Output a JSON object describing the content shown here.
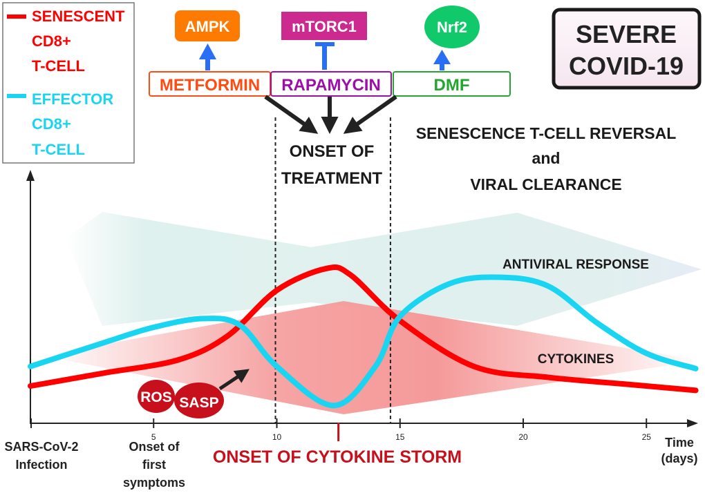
{
  "legend": {
    "items": [
      {
        "lines": [
          "SENESCENT",
          "CD8+",
          "T-CELL"
        ],
        "color": "#ff0000"
      },
      {
        "lines": [
          "EFFECTOR",
          "CD8+",
          "T-CELL"
        ],
        "color": "#19d5f2"
      }
    ]
  },
  "targets": {
    "ampk": {
      "label": "AMPK",
      "color": "#ff7a00",
      "relation": "activates"
    },
    "mtorc1": {
      "label": "mTORC1",
      "color": "#cc2a8f",
      "relation": "inhibits"
    },
    "nrf2": {
      "label": "Nrf2",
      "color": "#10c96a",
      "relation": "activates"
    }
  },
  "drugs": {
    "metformin": {
      "label": "METFORMIN",
      "color": "#ff4a12"
    },
    "rapamycin": {
      "label": "RAPAMYCIN",
      "color": "#9c0fa8"
    },
    "dmf": {
      "label": "DMF",
      "color": "#22a62e"
    }
  },
  "arrow_color": "#2a6ef5",
  "title_box": {
    "lines": [
      "SEVERE",
      "COVID-19"
    ]
  },
  "treatment_label": {
    "lines": [
      "ONSET OF",
      "TREATMENT"
    ]
  },
  "outcome_label": {
    "lines": [
      "SENESCENCE T-CELL REVERSAL",
      "and",
      "VIRAL CLEARANCE"
    ]
  },
  "band_labels": {
    "antiviral": "ANTIVIRAL RESPONSE",
    "cytokines": "CYTOKINES"
  },
  "badges": {
    "ros": "ROS",
    "sasp": "SASP",
    "color": "#c8101c"
  },
  "axis": {
    "ticks": [
      "5",
      "10",
      "15",
      "20",
      "25"
    ],
    "tick_days": [
      5,
      10,
      15,
      20,
      25
    ],
    "xlabel_lines": [
      "Time",
      "(days)"
    ],
    "start_label_lines": [
      "SARS-CoV-2",
      "Infection"
    ],
    "symptoms_label_lines": [
      "Onset of",
      "first",
      "symptoms"
    ],
    "storm_label": "ONSET OF CYTOKINE STORM",
    "storm_color": "#c8101c",
    "storm_day": 12.5,
    "treatment_window_days": [
      10,
      14.5
    ],
    "range_days": [
      0,
      27
    ]
  },
  "chart_data": {
    "type": "line",
    "title": "SEVERE COVID-19",
    "xlabel": "Time (days)",
    "ylabel": "",
    "xlim": [
      0,
      27
    ],
    "ylim": [
      0,
      10
    ],
    "x_ticks": [
      5,
      10,
      15,
      20,
      25
    ],
    "series": [
      {
        "name": "SENESCENT CD8+ T-CELL",
        "color": "#ff0000",
        "x": [
          0,
          3,
          6,
          8,
          10,
          12,
          13,
          15,
          18,
          21,
          24,
          27
        ],
        "y": [
          1.3,
          1.9,
          2.5,
          3.6,
          5.7,
          6.7,
          6.4,
          4.3,
          2.2,
          1.7,
          1.4,
          1.1
        ]
      },
      {
        "name": "EFFECTOR CD8+ T-CELL",
        "color": "#19d5f2",
        "x": [
          0,
          3,
          5,
          7,
          8.5,
          10,
          12.3,
          14,
          15,
          17,
          19,
          21,
          23,
          25,
          27
        ],
        "y": [
          2.2,
          3.3,
          4.0,
          4.4,
          4.1,
          2.2,
          0.4,
          2.2,
          4.5,
          6.0,
          6.3,
          5.9,
          4.2,
          2.8,
          2.1
        ]
      }
    ],
    "bands": [
      {
        "name": "ANTIVIRAL RESPONSE",
        "color": "#dff1ee"
      },
      {
        "name": "CYTOKINES",
        "color": "#f59a9a"
      }
    ],
    "annotations": [
      "ONSET OF TREATMENT",
      "ONSET OF CYTOKINE STORM",
      "SENESCENCE T-CELL REVERSAL and VIRAL CLEARANCE",
      "ROS",
      "SASP"
    ]
  }
}
